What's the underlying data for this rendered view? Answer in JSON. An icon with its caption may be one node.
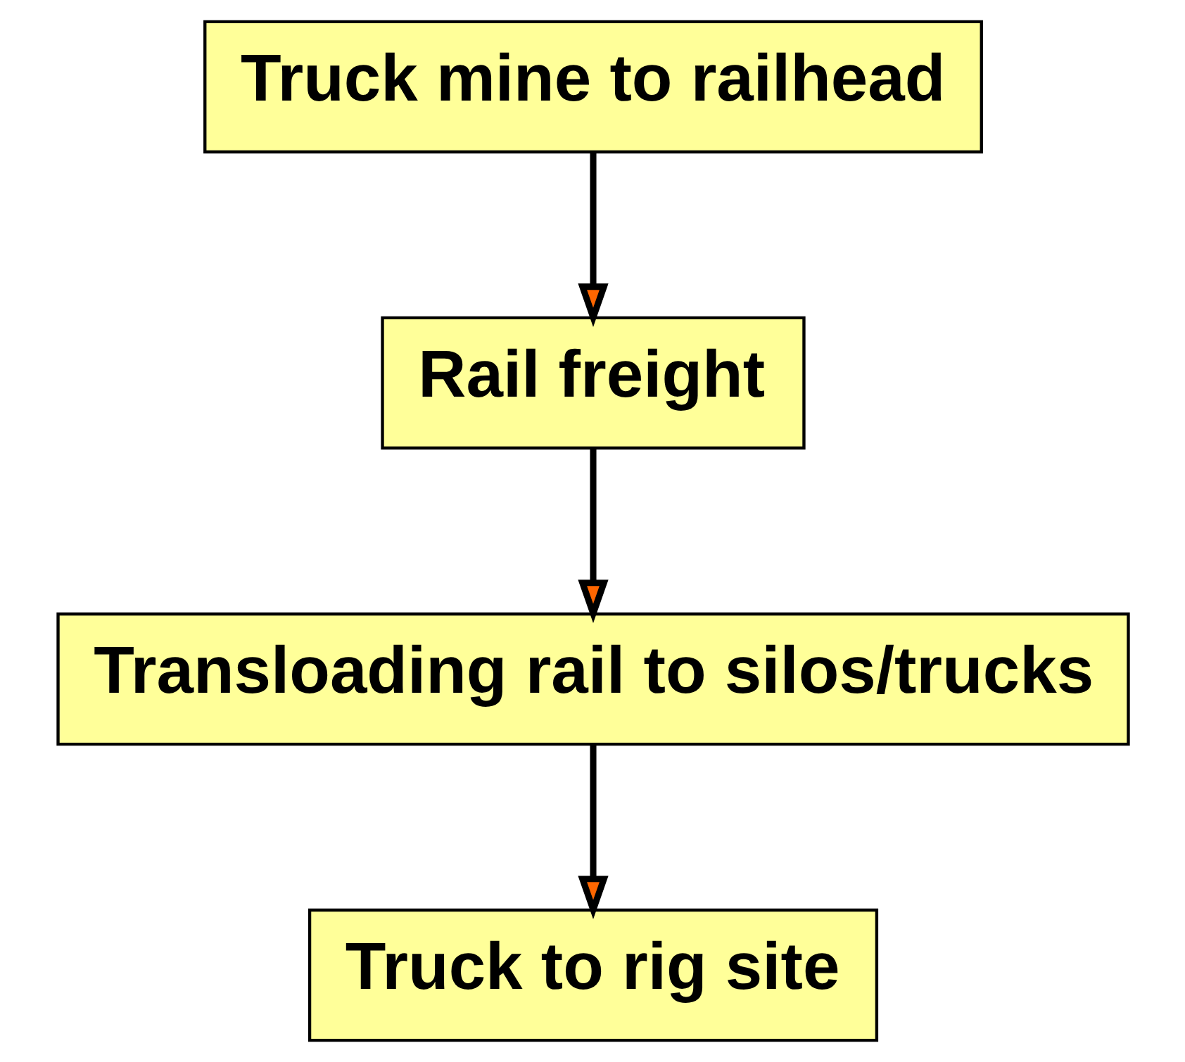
{
  "diagram": {
    "nodes": [
      {
        "text": [
          "Truck mine to railhead"
        ]
      },
      {
        "text": [
          "Rail freight"
        ]
      },
      {
        "text": [
          "Transloading rail to silos/trucks"
        ]
      },
      {
        "text": [
          "Truck to rig site"
        ]
      }
    ],
    "edges": [
      {
        "from": 0,
        "to": 1,
        "arrow": "to"
      },
      {
        "from": 1,
        "to": 2,
        "arrow": "to"
      },
      {
        "from": 2,
        "to": 3,
        "arrow": "to"
      }
    ]
  }
}
